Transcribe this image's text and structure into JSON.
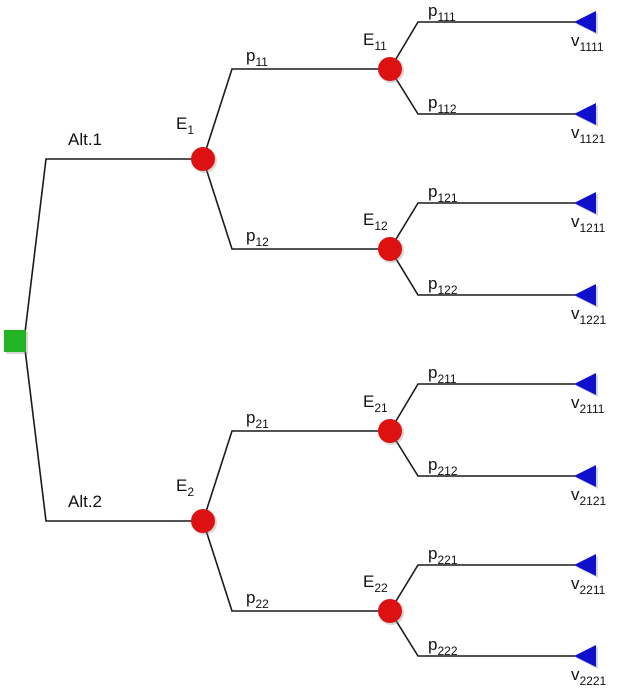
{
  "diagram": {
    "type": "decision-tree",
    "colors": {
      "decision_node": "#22b422",
      "chance_node": "#dd1111",
      "terminal_node": "#1010cc",
      "edge": "#1a1a1a"
    },
    "decision": {
      "name": "decision-node",
      "icon": "green-square",
      "alternatives": [
        {
          "label": "Alt.1",
          "chance": {
            "base": "E",
            "sub": "1",
            "branches": [
              {
                "prob": {
                  "base": "p",
                  "sub": "11"
                },
                "chance": {
                  "base": "E",
                  "sub": "11",
                  "branches": [
                    {
                      "prob": {
                        "base": "p",
                        "sub": "111"
                      },
                      "value": {
                        "base": "v",
                        "sub": "1111"
                      }
                    },
                    {
                      "prob": {
                        "base": "p",
                        "sub": "112"
                      },
                      "value": {
                        "base": "v",
                        "sub": "1121"
                      }
                    }
                  ]
                }
              },
              {
                "prob": {
                  "base": "p",
                  "sub": "12"
                },
                "chance": {
                  "base": "E",
                  "sub": "12",
                  "branches": [
                    {
                      "prob": {
                        "base": "p",
                        "sub": "121"
                      },
                      "value": {
                        "base": "v",
                        "sub": "1211"
                      }
                    },
                    {
                      "prob": {
                        "base": "p",
                        "sub": "122"
                      },
                      "value": {
                        "base": "v",
                        "sub": "1221"
                      }
                    }
                  ]
                }
              }
            ]
          }
        },
        {
          "label": "Alt.2",
          "chance": {
            "base": "E",
            "sub": "2",
            "branches": [
              {
                "prob": {
                  "base": "p",
                  "sub": "21"
                },
                "chance": {
                  "base": "E",
                  "sub": "21",
                  "branches": [
                    {
                      "prob": {
                        "base": "p",
                        "sub": "211"
                      },
                      "value": {
                        "base": "v",
                        "sub": "2111"
                      }
                    },
                    {
                      "prob": {
                        "base": "p",
                        "sub": "212"
                      },
                      "value": {
                        "base": "v",
                        "sub": "2121"
                      }
                    }
                  ]
                }
              },
              {
                "prob": {
                  "base": "p",
                  "sub": "22"
                },
                "chance": {
                  "base": "E",
                  "sub": "22",
                  "branches": [
                    {
                      "prob": {
                        "base": "p",
                        "sub": "221"
                      },
                      "value": {
                        "base": "v",
                        "sub": "2211"
                      }
                    },
                    {
                      "prob": {
                        "base": "p",
                        "sub": "222"
                      },
                      "value": {
                        "base": "v",
                        "sub": "2221"
                      }
                    }
                  ]
                }
              }
            ]
          }
        }
      ]
    }
  }
}
